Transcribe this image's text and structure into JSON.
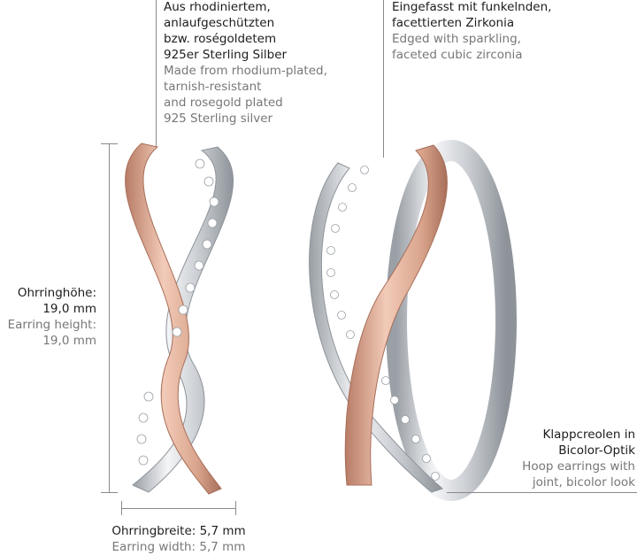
{
  "annotations": {
    "material": {
      "de_lines": [
        "Aus rhodiniertem,",
        "anlaufgeschützten",
        "bzw. roségoldetem",
        "925er Sterling Silber"
      ],
      "en_lines": [
        "Made from rhodium-plated,",
        "tarnish-resistant",
        "and rosegold plated",
        "925 Sterling silver"
      ]
    },
    "stones": {
      "de_lines": [
        "Eingefasst mit funkelnden,",
        "facettierten Zirkonia"
      ],
      "en_lines": [
        "Edged with sparkling,",
        "faceted cubic zirconia"
      ]
    },
    "height": {
      "de_lines": [
        "Ohrringhöhe:",
        "19,0 mm"
      ],
      "en_lines": [
        "Earring height:",
        "19,0 mm"
      ]
    },
    "type": {
      "de_lines": [
        "Klappcreolen in",
        "Bicolor-Optik"
      ],
      "en_lines": [
        "Hoop earrings with",
        "joint, bicolor look"
      ]
    },
    "width": {
      "de_lines": [
        "Ohrringbreite: 5,7 mm"
      ],
      "en_lines": [
        "Earring width: 5,7 mm"
      ]
    }
  },
  "colors": {
    "rosegold": "#d9a48c",
    "silver": "#c9cdd2",
    "german_text": "#1c1c1c",
    "english_text": "#777777",
    "leader_line": "#8a8a8a"
  }
}
